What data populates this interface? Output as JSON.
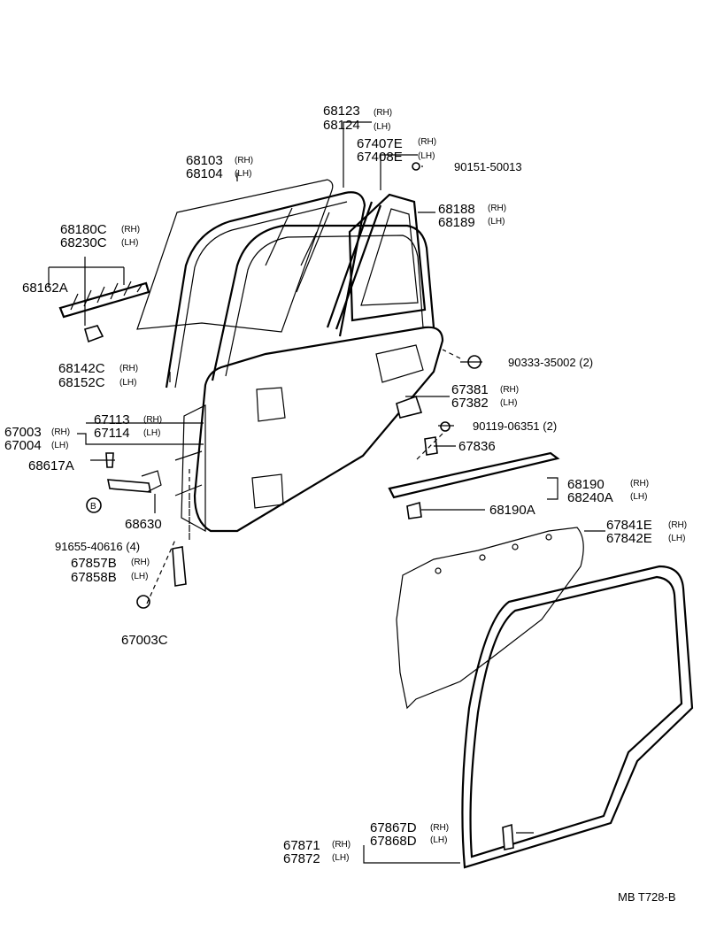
{
  "labels": {
    "l_68123": "68123",
    "l_68124": "68124",
    "l_67407E": "67407E",
    "l_67408E": "67408E",
    "l_90151": "90151-50013",
    "l_68103": "68103",
    "l_68104": "68104",
    "l_68188": "68188",
    "l_68189": "68189",
    "l_68180C": "68180C",
    "l_68230C": "68230C",
    "l_68162A": "68162A",
    "l_68142C": "68142C",
    "l_68152C": "68152C",
    "l_90333": "90333-35002 (2)",
    "l_67381": "67381",
    "l_67382": "67382",
    "l_67113": "67113",
    "l_67114": "67114",
    "l_67003": "67003",
    "l_67004": "67004",
    "l_90119": "90119-06351 (2)",
    "l_67836": "67836",
    "l_68617A": "68617A",
    "l_68190": "68190",
    "l_68240A": "68240A",
    "l_68630": "68630",
    "l_68190A": "68190A",
    "l_67841E": "67841E",
    "l_67842E": "67842E",
    "l_91655": "91655-40616 (4)",
    "l_67857B": "67857B",
    "l_67858B": "67858B",
    "l_67003C": "67003C",
    "l_67867D": "67867D",
    "l_67868D": "67868D",
    "l_67871": "67871",
    "l_67872": "67872",
    "footer": "MB  T728-B"
  },
  "suffixes": {
    "rh": "(RH)",
    "lh": "(LH)"
  },
  "bolt_marker": "B"
}
